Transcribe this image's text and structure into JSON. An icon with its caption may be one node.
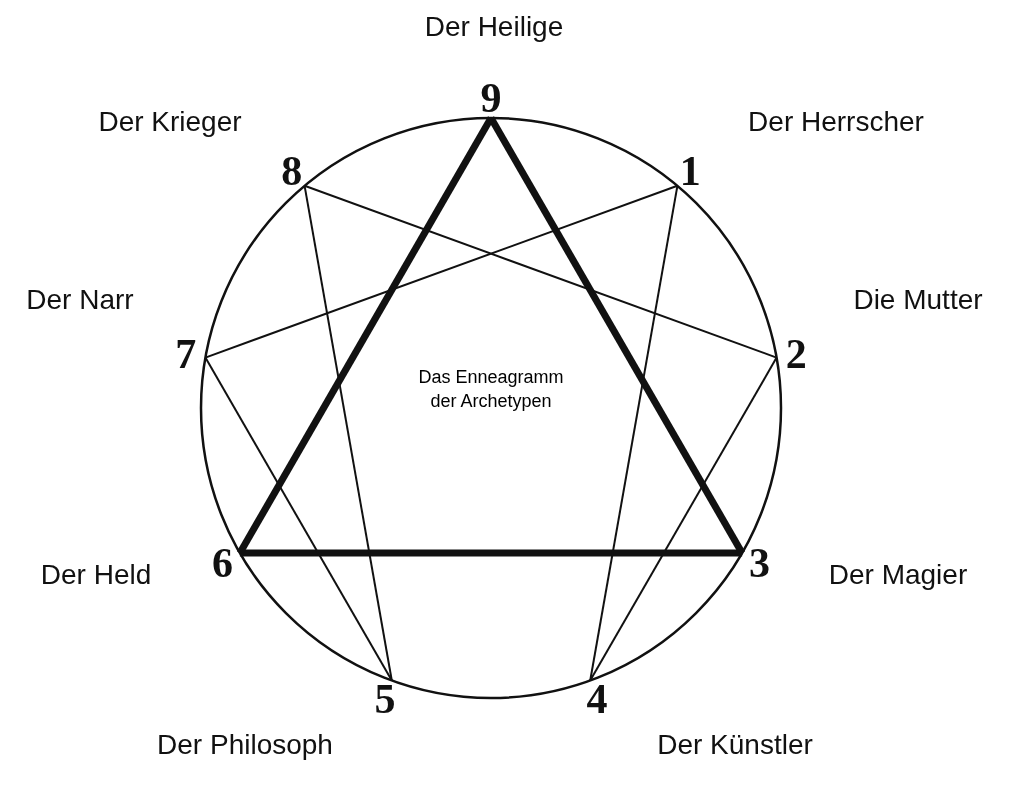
{
  "diagram": {
    "nodes": [
      {
        "text": [
          "9"
        ],
        "beside": [
          "Der Heilige"
        ]
      },
      {
        "text": [
          "8"
        ],
        "beside": [
          "Der Krieger"
        ]
      },
      {
        "text": [
          "1"
        ],
        "beside": [
          "Der Herrscher"
        ]
      },
      {
        "text": [
          "7"
        ],
        "beside": [
          "Der Narr"
        ]
      },
      {
        "text": [
          "2"
        ],
        "beside": [
          "Die Mutter"
        ]
      },
      {
        "text": [
          "6"
        ],
        "beside": [
          "Der Held"
        ]
      },
      {
        "text": [
          "3"
        ],
        "beside": [
          "Der Magier"
        ]
      },
      {
        "text": [
          "5"
        ],
        "beside": [
          "Der Philosoph"
        ]
      },
      {
        "text": [
          "4"
        ],
        "beside": [
          "Der Künstler"
        ]
      }
    ],
    "edges": [
      {
        "from": 0,
        "to": 6,
        "arrow": "none",
        "style": "thick"
      },
      {
        "from": 6,
        "to": 5,
        "arrow": "none",
        "style": "thick"
      },
      {
        "from": 5,
        "to": 0,
        "arrow": "none",
        "style": "thick"
      },
      {
        "from": 2,
        "to": 8,
        "arrow": "none"
      },
      {
        "from": 8,
        "to": 4,
        "arrow": "none"
      },
      {
        "from": 4,
        "to": 1,
        "arrow": "none"
      },
      {
        "from": 1,
        "to": 7,
        "arrow": "none"
      },
      {
        "from": 7,
        "to": 3,
        "arrow": "none"
      },
      {
        "from": 3,
        "to": 2,
        "arrow": "none"
      }
    ],
    "labels": [
      "Das Enneagramm der Archetypen"
    ]
  }
}
